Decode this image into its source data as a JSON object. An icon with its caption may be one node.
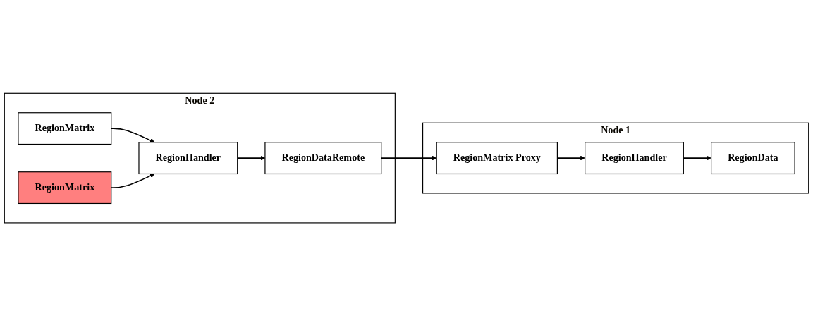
{
  "diagram": {
    "nodes": [
      {
        "text": [
          "Node 1"
        ]
      },
      {
        "text": [
          "RegionMatrix Proxy"
        ],
        "in": 0
      },
      {
        "text": [
          "RegionHandler"
        ],
        "in": 0
      },
      {
        "text": [
          "RegionData"
        ],
        "in": 0
      },
      {
        "text": [
          "Node 2"
        ]
      },
      {
        "text": [
          "RegionMatrix"
        ],
        "in": 4
      },
      {
        "text": [
          "RegionMatrix"
        ],
        "in": 4
      },
      {
        "text": [
          "RegionHandler"
        ],
        "in": 4
      },
      {
        "text": [
          "RegionDataRemote"
        ],
        "in": 4
      }
    ],
    "edges": [
      {
        "from": 1,
        "to": 2,
        "arrow": "to"
      },
      {
        "from": 2,
        "to": 3,
        "arrow": "to"
      },
      {
        "from": 5,
        "to": 7,
        "arrow": "to"
      },
      {
        "from": 6,
        "to": 7,
        "arrow": "to"
      },
      {
        "from": 7,
        "to": 8,
        "arrow": "to"
      },
      {
        "from": 8,
        "to": 1,
        "arrow": "to"
      }
    ]
  }
}
